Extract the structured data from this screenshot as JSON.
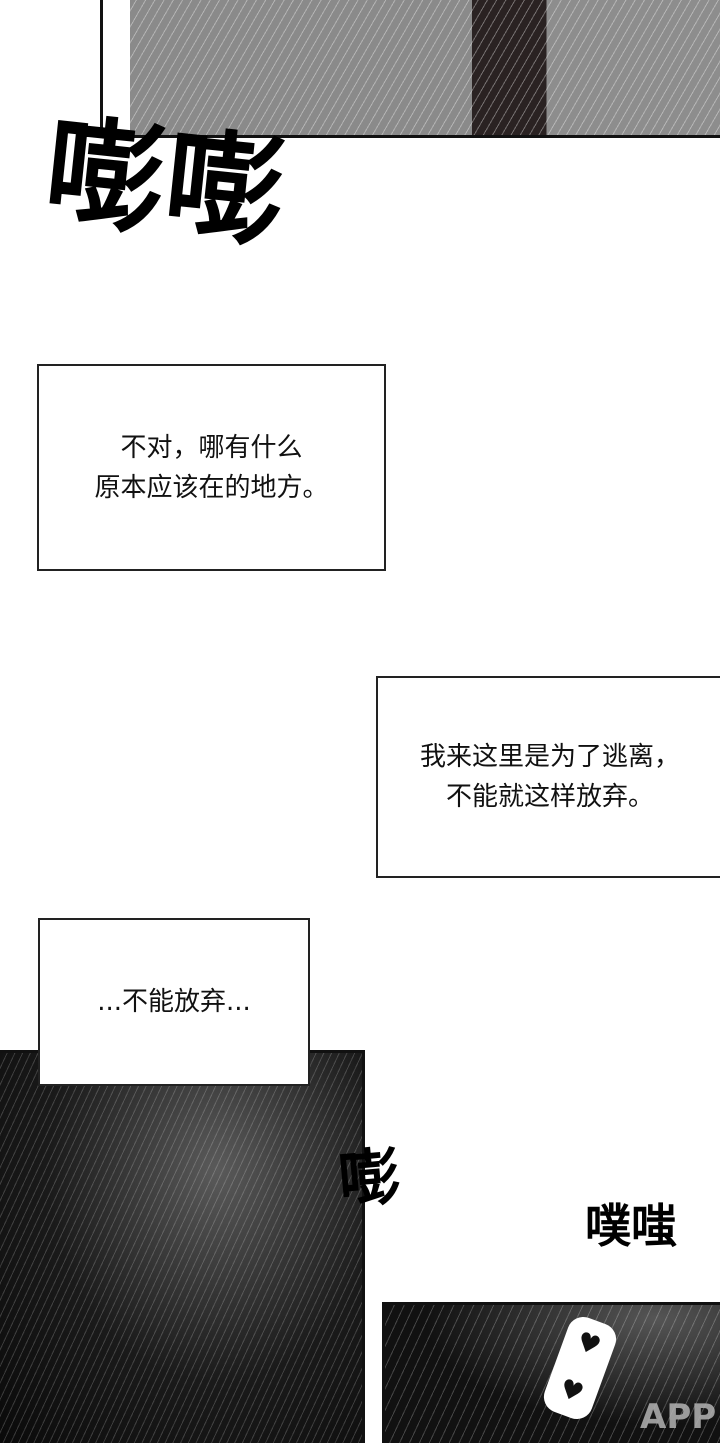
{
  "sfx": {
    "top": "嘭嘭",
    "middle": "嘭",
    "right": "噗嗤",
    "hearts": "♥♥"
  },
  "captions": [
    {
      "lines": [
        "不对，哪有什么",
        "原本应该在的地方。"
      ]
    },
    {
      "lines": [
        "我来这里是为了逃离，",
        "不能就这样放弃。"
      ]
    },
    {
      "lines": [
        "...不能放弃..."
      ]
    }
  ],
  "watermark": "APP",
  "colors": {
    "ink": "#111111",
    "paper": "#ffffff",
    "screentone": "#8a8a8a"
  }
}
